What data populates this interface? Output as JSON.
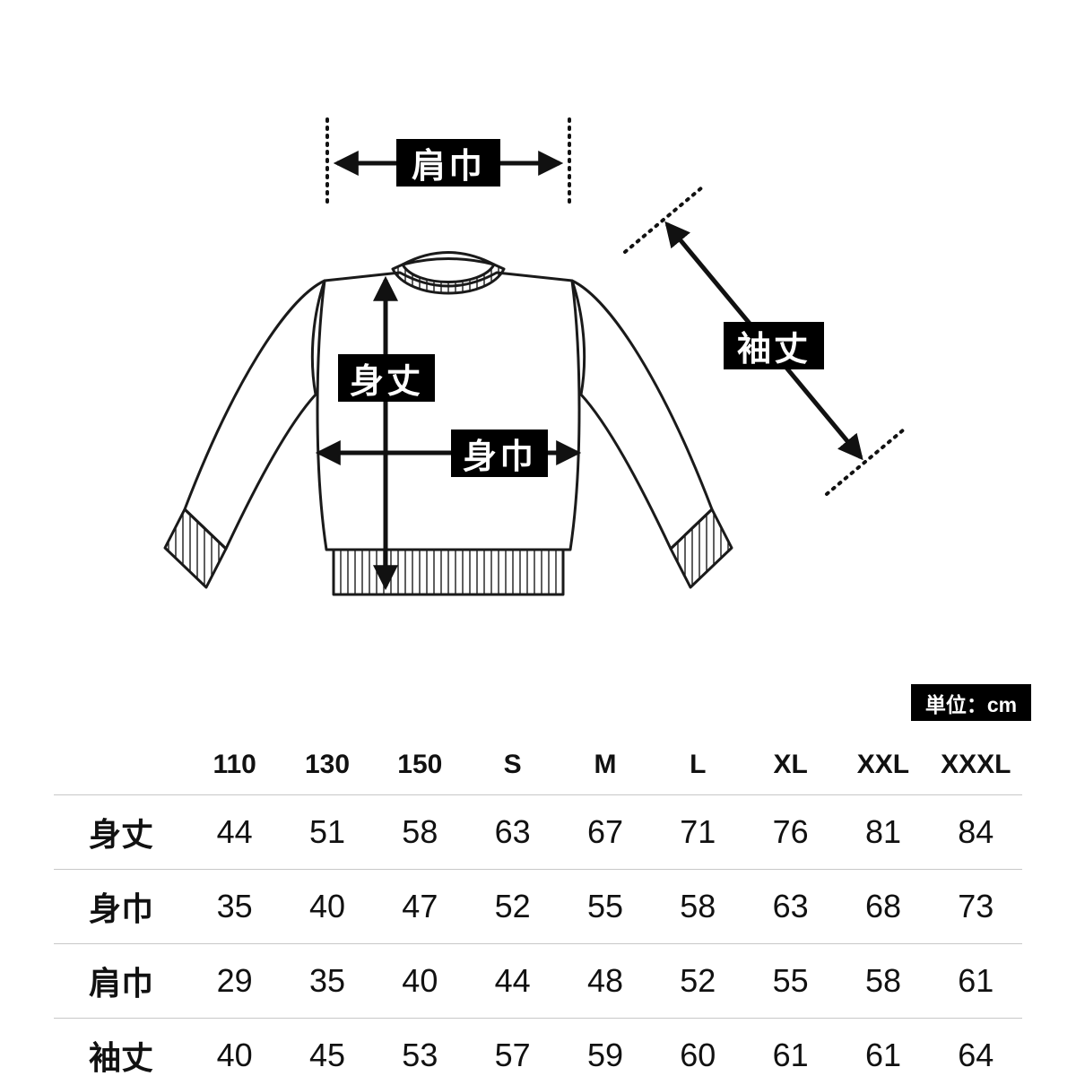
{
  "diagram": {
    "labels": {
      "shoulder_width": "肩巾",
      "body_length": "身丈",
      "body_width": "身巾",
      "sleeve_length": "袖丈"
    },
    "unit_badge": "単位：cm"
  },
  "size_table": {
    "sizes": [
      "110",
      "130",
      "150",
      "S",
      "M",
      "L",
      "XL",
      "XXL",
      "XXXL"
    ],
    "rows": [
      {
        "label": "身丈",
        "values": [
          44,
          51,
          58,
          63,
          67,
          71,
          76,
          81,
          84
        ]
      },
      {
        "label": "身巾",
        "values": [
          35,
          40,
          47,
          52,
          55,
          58,
          63,
          68,
          73
        ]
      },
      {
        "label": "肩巾",
        "values": [
          29,
          35,
          40,
          44,
          48,
          52,
          55,
          58,
          61
        ]
      },
      {
        "label": "袖丈",
        "values": [
          40,
          45,
          53,
          57,
          59,
          60,
          61,
          61,
          64
        ]
      }
    ]
  },
  "colors": {
    "label_bg": "#000000",
    "label_text": "#ffffff",
    "line": "#1a1a1a",
    "divider": "#c8c8c8"
  }
}
